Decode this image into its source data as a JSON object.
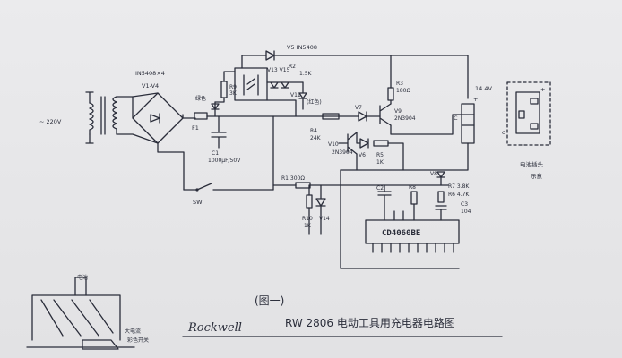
{
  "labels": {
    "ac": "~ 220V",
    "bridge_part": "IN5408×4",
    "bridge_ref": "V1-V4",
    "fuse": "F1",
    "green_led": "绿色",
    "r9": "R9",
    "r9_val": "3K",
    "v13v15": "V13 V15",
    "r2": "R2",
    "r2_val": "1.5K",
    "v5": "V5  IN5408",
    "v11": "V11",
    "red_led": "(红色)",
    "r3": "R3",
    "r3_val": "180Ω",
    "v7": "V7",
    "v9": "V9",
    "v9_part": "2N3904",
    "r4": "R4",
    "r4_val": "24K",
    "c1": "C1",
    "c1_val": "1000μF/50V",
    "v10": "V10",
    "v10_part": "2N3904",
    "v6": "V6",
    "r5": "R5",
    "r5_val": "1K",
    "sw": "SW",
    "r1": "R1  300Ω",
    "r10": "R10",
    "r10_val": "1K",
    "v14": "V14",
    "c2": "C2",
    "r8": "R8",
    "v8": "V8",
    "r7": "R7  3.8K",
    "r6": "R6  4.7K",
    "c3": "C3",
    "c3_val": "104",
    "ic": "CD4060BE",
    "batt_v": "14.4V",
    "batt_c": "C",
    "plus": "+",
    "c_small": "c",
    "plug": "电池插头",
    "plug2": "示意",
    "battery_note": "电池",
    "part_note1": "大电流",
    "part_note2": "彩色开关",
    "fig": "(图一)",
    "brand": "Rockwell",
    "title": "RW 2806 电动工具用充电器电路图"
  }
}
